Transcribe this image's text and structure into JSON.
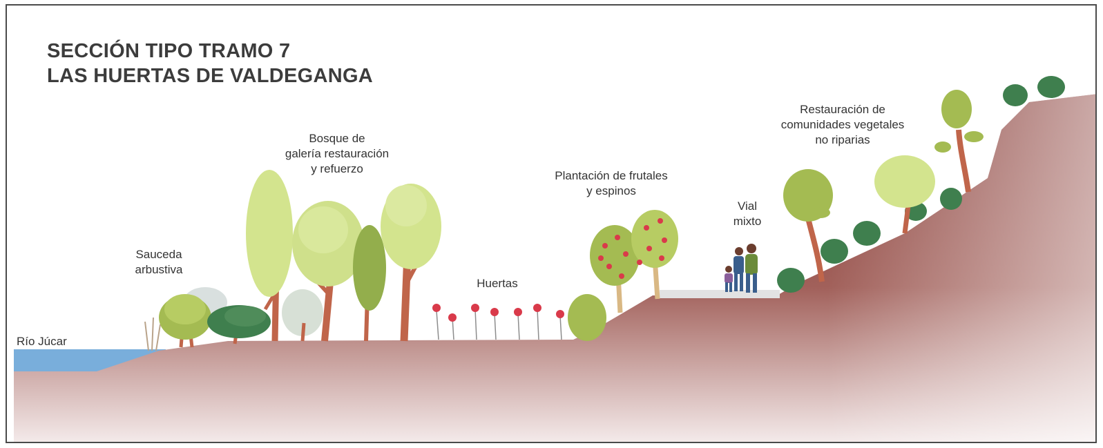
{
  "title": {
    "line1": "SECCIÓN TIPO TRAMO 7",
    "line2": "LAS HUERTAS DE VALDEGANGA"
  },
  "labels": {
    "rio": "Río Júcar",
    "sauceda": [
      "Sauceda",
      "arbustiva"
    ],
    "bosque": [
      "Bosque de",
      "galería restauración",
      "y refuerzo"
    ],
    "huertas": "Huertas",
    "plantacion": [
      "Plantación de frutales",
      "y espinos"
    ],
    "vial": [
      "Vial",
      "mixto"
    ],
    "restauracion": [
      "Restauración de",
      "comunidades vegetales",
      "no riparias"
    ]
  },
  "colors": {
    "soil_top": "#8a3f3a",
    "soil_bottom": "#f7eeee",
    "water": "#79aedb",
    "road": "#e2e2e2",
    "tree_light": "#d3e48e",
    "tree_mid": "#b9cf6e",
    "tree_dark": "#7d9a3c",
    "shrub_dark": "#3f7f4e",
    "trunk": "#c0654a",
    "fruit": "#d93a4a"
  }
}
